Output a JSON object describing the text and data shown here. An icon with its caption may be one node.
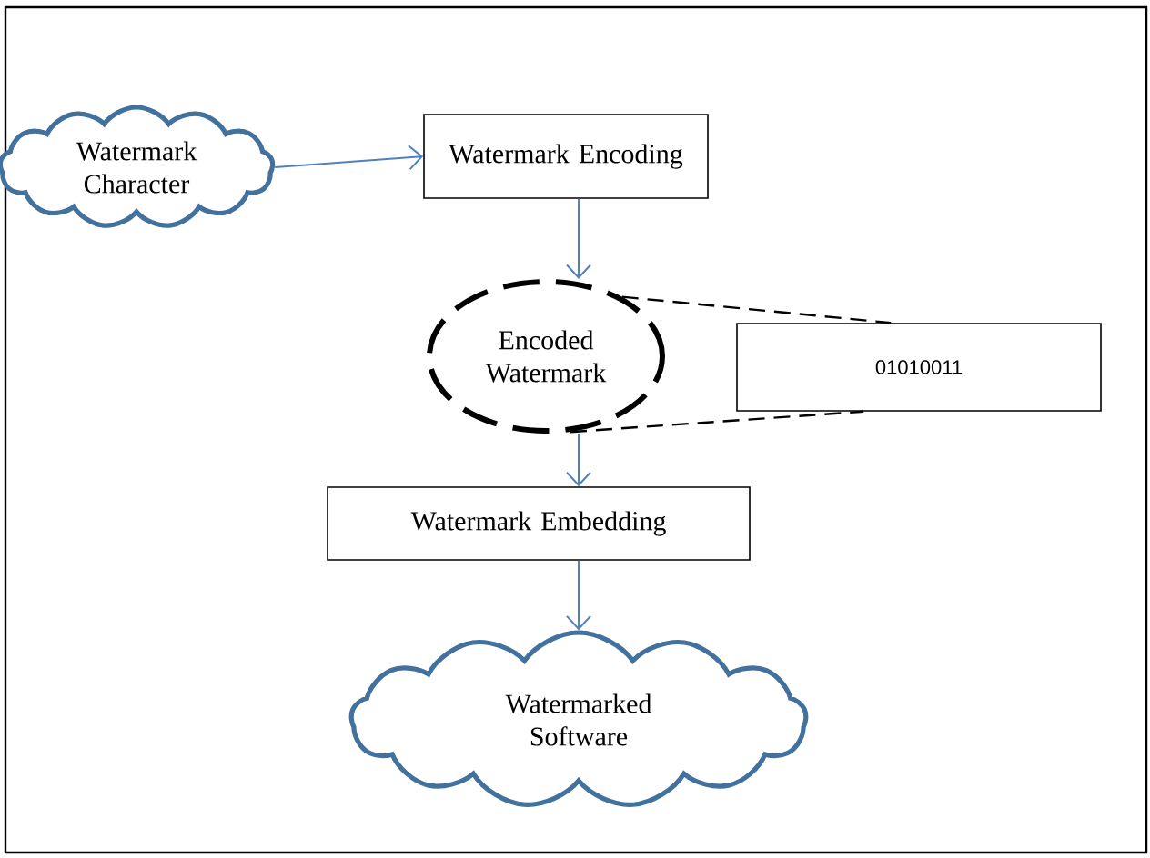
{
  "diagram": {
    "nodes": [
      {
        "text": [
          "Watermark Character"
        ]
      },
      {
        "text": [
          "Watermark Encoding"
        ]
      },
      {
        "text": [
          "Encoded Watermark"
        ]
      },
      {
        "text": [
          "01010011"
        ]
      },
      {
        "text": [
          "Watermark Embedding"
        ]
      },
      {
        "text": [
          "Watermarked Software"
        ]
      }
    ],
    "edges": [
      {
        "from": 0,
        "to": 1,
        "arrow": "to"
      },
      {
        "from": 1,
        "to": 2,
        "arrow": "to"
      },
      {
        "from": 2,
        "to": 3,
        "arrow": "none",
        "style": "dashed",
        "color": "#000000"
      },
      {
        "from": 2,
        "to": 4,
        "arrow": "to"
      },
      {
        "from": 4,
        "to": 5,
        "arrow": "to"
      }
    ]
  }
}
